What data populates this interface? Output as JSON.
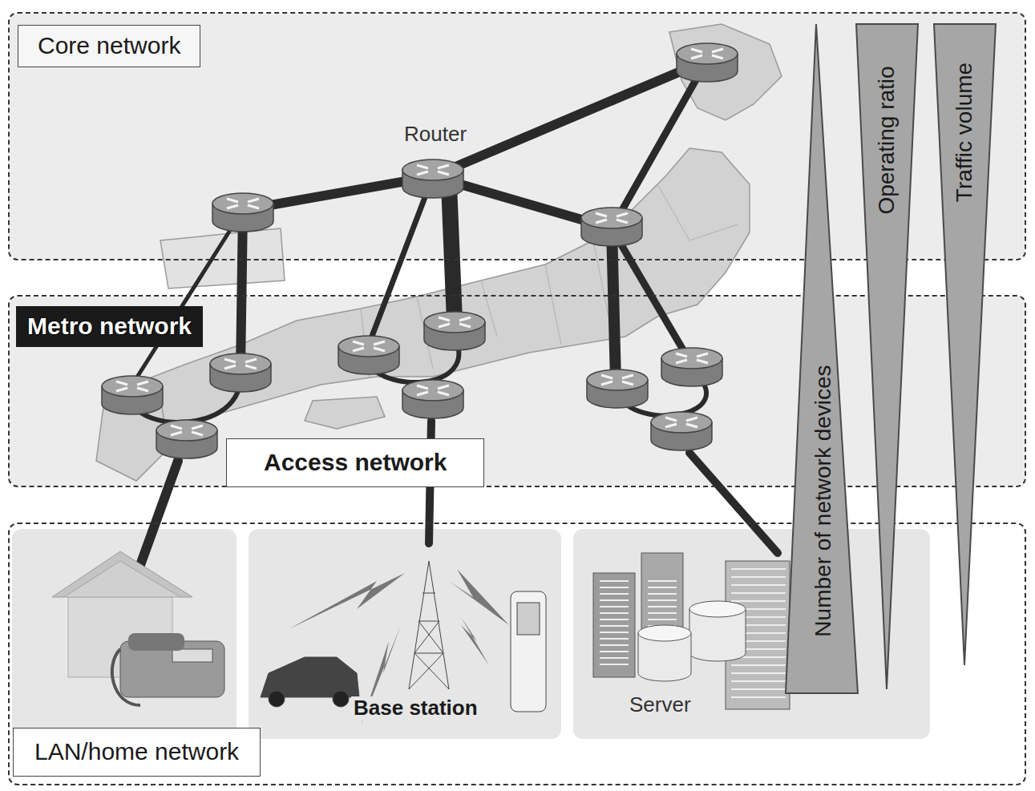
{
  "diagram": {
    "nodes": [
      {
        "text": [
          "Core network"
        ]
      },
      {
        "text": [
          "Metro network",
          "Access network"
        ]
      },
      {
        "text": [
          "LAN/home network"
        ]
      },
      {
        "text": [
          "Router"
        ],
        "in": 0
      },
      {
        "text": [
          "Base station"
        ],
        "in": 2
      },
      {
        "text": [
          "Server"
        ],
        "in": 2
      },
      {
        "text": [
          "Number of network devices"
        ]
      },
      {
        "text": [
          "Operating ratio"
        ]
      },
      {
        "text": [
          "Traffic volume"
        ]
      }
    ]
  }
}
